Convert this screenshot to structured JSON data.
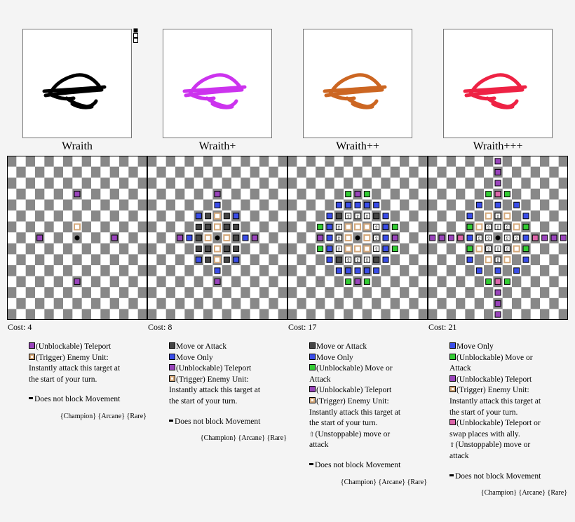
{
  "colors": {
    "blue": "#3a4de8",
    "green": "#33cc33",
    "purple": "#9944bb",
    "gray": "#444444",
    "trigger": "#d4a87a",
    "pink": "#dd66aa"
  },
  "cards": [
    {
      "name": "Wraith",
      "cost": "Cost: 4",
      "stroke": "#000000",
      "tags": "{Champion} {Arcane} {Rare}",
      "legend": [
        {
          "kind": "purple",
          "text": "(Unblockable) Teleport"
        },
        {
          "kind": "trigger",
          "text": "(Trigger) Enemy Unit: Instantly attack this target at the start of your turn."
        }
      ],
      "note": "Does not block Movement",
      "cells": [
        [
          0,
          -4,
          "purple"
        ],
        [
          -4,
          0,
          "purple"
        ],
        [
          4,
          0,
          "purple"
        ],
        [
          0,
          4,
          "purple"
        ],
        [
          0,
          -1,
          "trigger"
        ]
      ]
    },
    {
      "name": "Wraith+",
      "cost": "Cost: 8",
      "stroke": "#cc33ee",
      "tags": "{Champion} {Arcane} {Rare}",
      "legend": [
        {
          "kind": "gray",
          "text": "Move or Attack"
        },
        {
          "kind": "blue",
          "text": "Move Only"
        },
        {
          "kind": "purple",
          "text": "(Unblockable) Teleport"
        },
        {
          "kind": "trigger",
          "text": "(Trigger) Enemy Unit: Instantly attack this target at the start of your turn."
        }
      ],
      "note": "Does not block Movement",
      "cells": [
        [
          0,
          -4,
          "purple"
        ],
        [
          0,
          4,
          "purple"
        ],
        [
          -4,
          0,
          "purple"
        ],
        [
          4,
          0,
          "purple"
        ],
        [
          -2,
          -2,
          "blue"
        ],
        [
          2,
          -2,
          "blue"
        ],
        [
          -2,
          2,
          "blue"
        ],
        [
          2,
          2,
          "blue"
        ],
        [
          -2,
          -1,
          "gray"
        ],
        [
          -1,
          -2,
          "gray"
        ],
        [
          1,
          -2,
          "gray"
        ],
        [
          2,
          -1,
          "gray"
        ],
        [
          -2,
          1,
          "gray"
        ],
        [
          -1,
          2,
          "gray"
        ],
        [
          1,
          2,
          "gray"
        ],
        [
          2,
          1,
          "gray"
        ],
        [
          -1,
          -1,
          "gray"
        ],
        [
          1,
          -1,
          "gray"
        ],
        [
          -1,
          1,
          "gray"
        ],
        [
          1,
          1,
          "gray"
        ],
        [
          -2,
          0,
          "gray"
        ],
        [
          2,
          0,
          "gray"
        ],
        [
          0,
          -1,
          "trigger"
        ],
        [
          0,
          1,
          "trigger"
        ],
        [
          -1,
          0,
          "trigger"
        ],
        [
          1,
          0,
          "trigger"
        ],
        [
          0,
          -2,
          "trigger"
        ],
        [
          0,
          2,
          "trigger"
        ],
        [
          0,
          -3,
          "blue"
        ],
        [
          -3,
          0,
          "blue"
        ],
        [
          3,
          0,
          "blue"
        ],
        [
          0,
          3,
          "blue"
        ]
      ]
    },
    {
      "name": "Wraith++",
      "cost": "Cost: 17",
      "stroke": "#cc6622",
      "tags": "{Champion} {Arcane} {Rare}",
      "legend": [
        {
          "kind": "gray",
          "text": "Move or Attack"
        },
        {
          "kind": "blue",
          "text": "Move Only"
        },
        {
          "kind": "green",
          "text": "(Unblockable) Move or Attack"
        },
        {
          "kind": "purple",
          "text": "(Unblockable) Teleport"
        },
        {
          "kind": "trigger",
          "text": "(Trigger) Enemy Unit: Instantly attack this target at the start of your turn."
        },
        {
          "kind": "unstop",
          "text": "(Unstoppable) move or attack"
        }
      ],
      "note": "Does not block Movement",
      "cells": [
        [
          -1,
          -4,
          "green"
        ],
        [
          0,
          -4,
          "purple"
        ],
        [
          1,
          -4,
          "green"
        ],
        [
          -1,
          4,
          "green"
        ],
        [
          0,
          4,
          "purple"
        ],
        [
          1,
          4,
          "green"
        ],
        [
          -4,
          -1,
          "green"
        ],
        [
          -4,
          0,
          "purple"
        ],
        [
          -4,
          1,
          "green"
        ],
        [
          4,
          -1,
          "green"
        ],
        [
          4,
          0,
          "purple"
        ],
        [
          4,
          1,
          "green"
        ],
        [
          -2,
          -3,
          "blue"
        ],
        [
          2,
          -3,
          "blue"
        ],
        [
          -2,
          3,
          "blue"
        ],
        [
          2,
          3,
          "blue"
        ],
        [
          -3,
          -2,
          "blue"
        ],
        [
          3,
          -2,
          "blue"
        ],
        [
          -3,
          2,
          "blue"
        ],
        [
          3,
          2,
          "blue"
        ],
        [
          -1,
          -3,
          "blue"
        ],
        [
          1,
          -3,
          "blue"
        ],
        [
          -1,
          3,
          "blue"
        ],
        [
          1,
          3,
          "blue"
        ],
        [
          -3,
          -1,
          "blue"
        ],
        [
          3,
          -1,
          "blue"
        ],
        [
          -3,
          1,
          "blue"
        ],
        [
          3,
          1,
          "blue"
        ],
        [
          0,
          -3,
          "blue"
        ],
        [
          0,
          3,
          "blue"
        ],
        [
          -3,
          0,
          "blue"
        ],
        [
          3,
          0,
          "blue"
        ],
        [
          -2,
          -2,
          "gray"
        ],
        [
          2,
          -2,
          "gray"
        ],
        [
          -2,
          2,
          "gray"
        ],
        [
          2,
          2,
          "gray"
        ],
        [
          -1,
          -2,
          "unstop"
        ],
        [
          0,
          -2,
          "unstop"
        ],
        [
          1,
          -2,
          "unstop"
        ],
        [
          -1,
          2,
          "unstop"
        ],
        [
          0,
          2,
          "unstop"
        ],
        [
          1,
          2,
          "unstop"
        ],
        [
          -2,
          -1,
          "unstop"
        ],
        [
          -2,
          0,
          "unstop"
        ],
        [
          -2,
          1,
          "unstop"
        ],
        [
          2,
          -1,
          "unstop"
        ],
        [
          2,
          0,
          "unstop"
        ],
        [
          2,
          1,
          "unstop"
        ],
        [
          -1,
          -1,
          "trigger"
        ],
        [
          0,
          -1,
          "trigger"
        ],
        [
          1,
          -1,
          "trigger"
        ],
        [
          -1,
          0,
          "trigger"
        ],
        [
          1,
          0,
          "trigger"
        ],
        [
          -1,
          1,
          "trigger"
        ],
        [
          0,
          1,
          "trigger"
        ],
        [
          1,
          1,
          "trigger"
        ]
      ]
    },
    {
      "name": "Wraith+++",
      "cost": "Cost: 21",
      "stroke": "#ee2244",
      "tags": "{Champion} {Arcane} {Rare}",
      "legend": [
        {
          "kind": "blue",
          "text": "Move Only"
        },
        {
          "kind": "green",
          "text": "(Unblockable) Move or Attack"
        },
        {
          "kind": "purple",
          "text": "(Unblockable) Teleport"
        },
        {
          "kind": "trigger",
          "text": "(Trigger) Enemy Unit: Instantly attack this target at the start of your turn."
        },
        {
          "kind": "pink",
          "text": "(Unblockable) Teleport or swap places with ally."
        },
        {
          "kind": "unstop",
          "text": "(Unstoppable) move or attack"
        }
      ],
      "note": "Does not block Movement",
      "cells": [
        [
          0,
          -7,
          "purple"
        ],
        [
          0,
          -6,
          "purple"
        ],
        [
          0,
          -5,
          "purple"
        ],
        [
          0,
          5,
          "purple"
        ],
        [
          0,
          6,
          "purple"
        ],
        [
          0,
          7,
          "purple"
        ],
        [
          -7,
          0,
          "purple"
        ],
        [
          -6,
          0,
          "purple"
        ],
        [
          -5,
          0,
          "purple"
        ],
        [
          5,
          0,
          "purple"
        ],
        [
          6,
          0,
          "purple"
        ],
        [
          7,
          0,
          "purple"
        ],
        [
          0,
          -4,
          "pink"
        ],
        [
          0,
          4,
          "pink"
        ],
        [
          -4,
          0,
          "pink"
        ],
        [
          4,
          0,
          "pink"
        ],
        [
          -1,
          -4,
          "green"
        ],
        [
          1,
          -4,
          "green"
        ],
        [
          -1,
          4,
          "green"
        ],
        [
          1,
          4,
          "green"
        ],
        [
          -3,
          -1,
          "green"
        ],
        [
          3,
          -1,
          "green"
        ],
        [
          -3,
          1,
          "green"
        ],
        [
          3,
          1,
          "green"
        ],
        [
          -2,
          -3,
          "blue"
        ],
        [
          2,
          -3,
          "blue"
        ],
        [
          -2,
          3,
          "blue"
        ],
        [
          2,
          3,
          "blue"
        ],
        [
          -3,
          -2,
          "blue"
        ],
        [
          3,
          -2,
          "blue"
        ],
        [
          -3,
          2,
          "blue"
        ],
        [
          3,
          2,
          "blue"
        ],
        [
          0,
          -3,
          "blue"
        ],
        [
          0,
          3,
          "blue"
        ],
        [
          -3,
          0,
          "blue"
        ],
        [
          3,
          0,
          "blue"
        ],
        [
          -1,
          -2,
          "trigger"
        ],
        [
          0,
          -2,
          "unstop"
        ],
        [
          1,
          -2,
          "trigger"
        ],
        [
          -1,
          2,
          "trigger"
        ],
        [
          0,
          2,
          "unstop"
        ],
        [
          1,
          2,
          "trigger"
        ],
        [
          -2,
          -1,
          "trigger"
        ],
        [
          -2,
          0,
          "unstop"
        ],
        [
          -2,
          1,
          "trigger"
        ],
        [
          2,
          -1,
          "trigger"
        ],
        [
          2,
          0,
          "unstop"
        ],
        [
          2,
          1,
          "trigger"
        ],
        [
          -1,
          -1,
          "unstop"
        ],
        [
          0,
          -1,
          "unstop"
        ],
        [
          1,
          -1,
          "unstop"
        ],
        [
          -1,
          0,
          "unstop"
        ],
        [
          1,
          0,
          "unstop"
        ],
        [
          -1,
          1,
          "unstop"
        ],
        [
          0,
          1,
          "unstop"
        ],
        [
          1,
          1,
          "unstop"
        ]
      ]
    }
  ]
}
